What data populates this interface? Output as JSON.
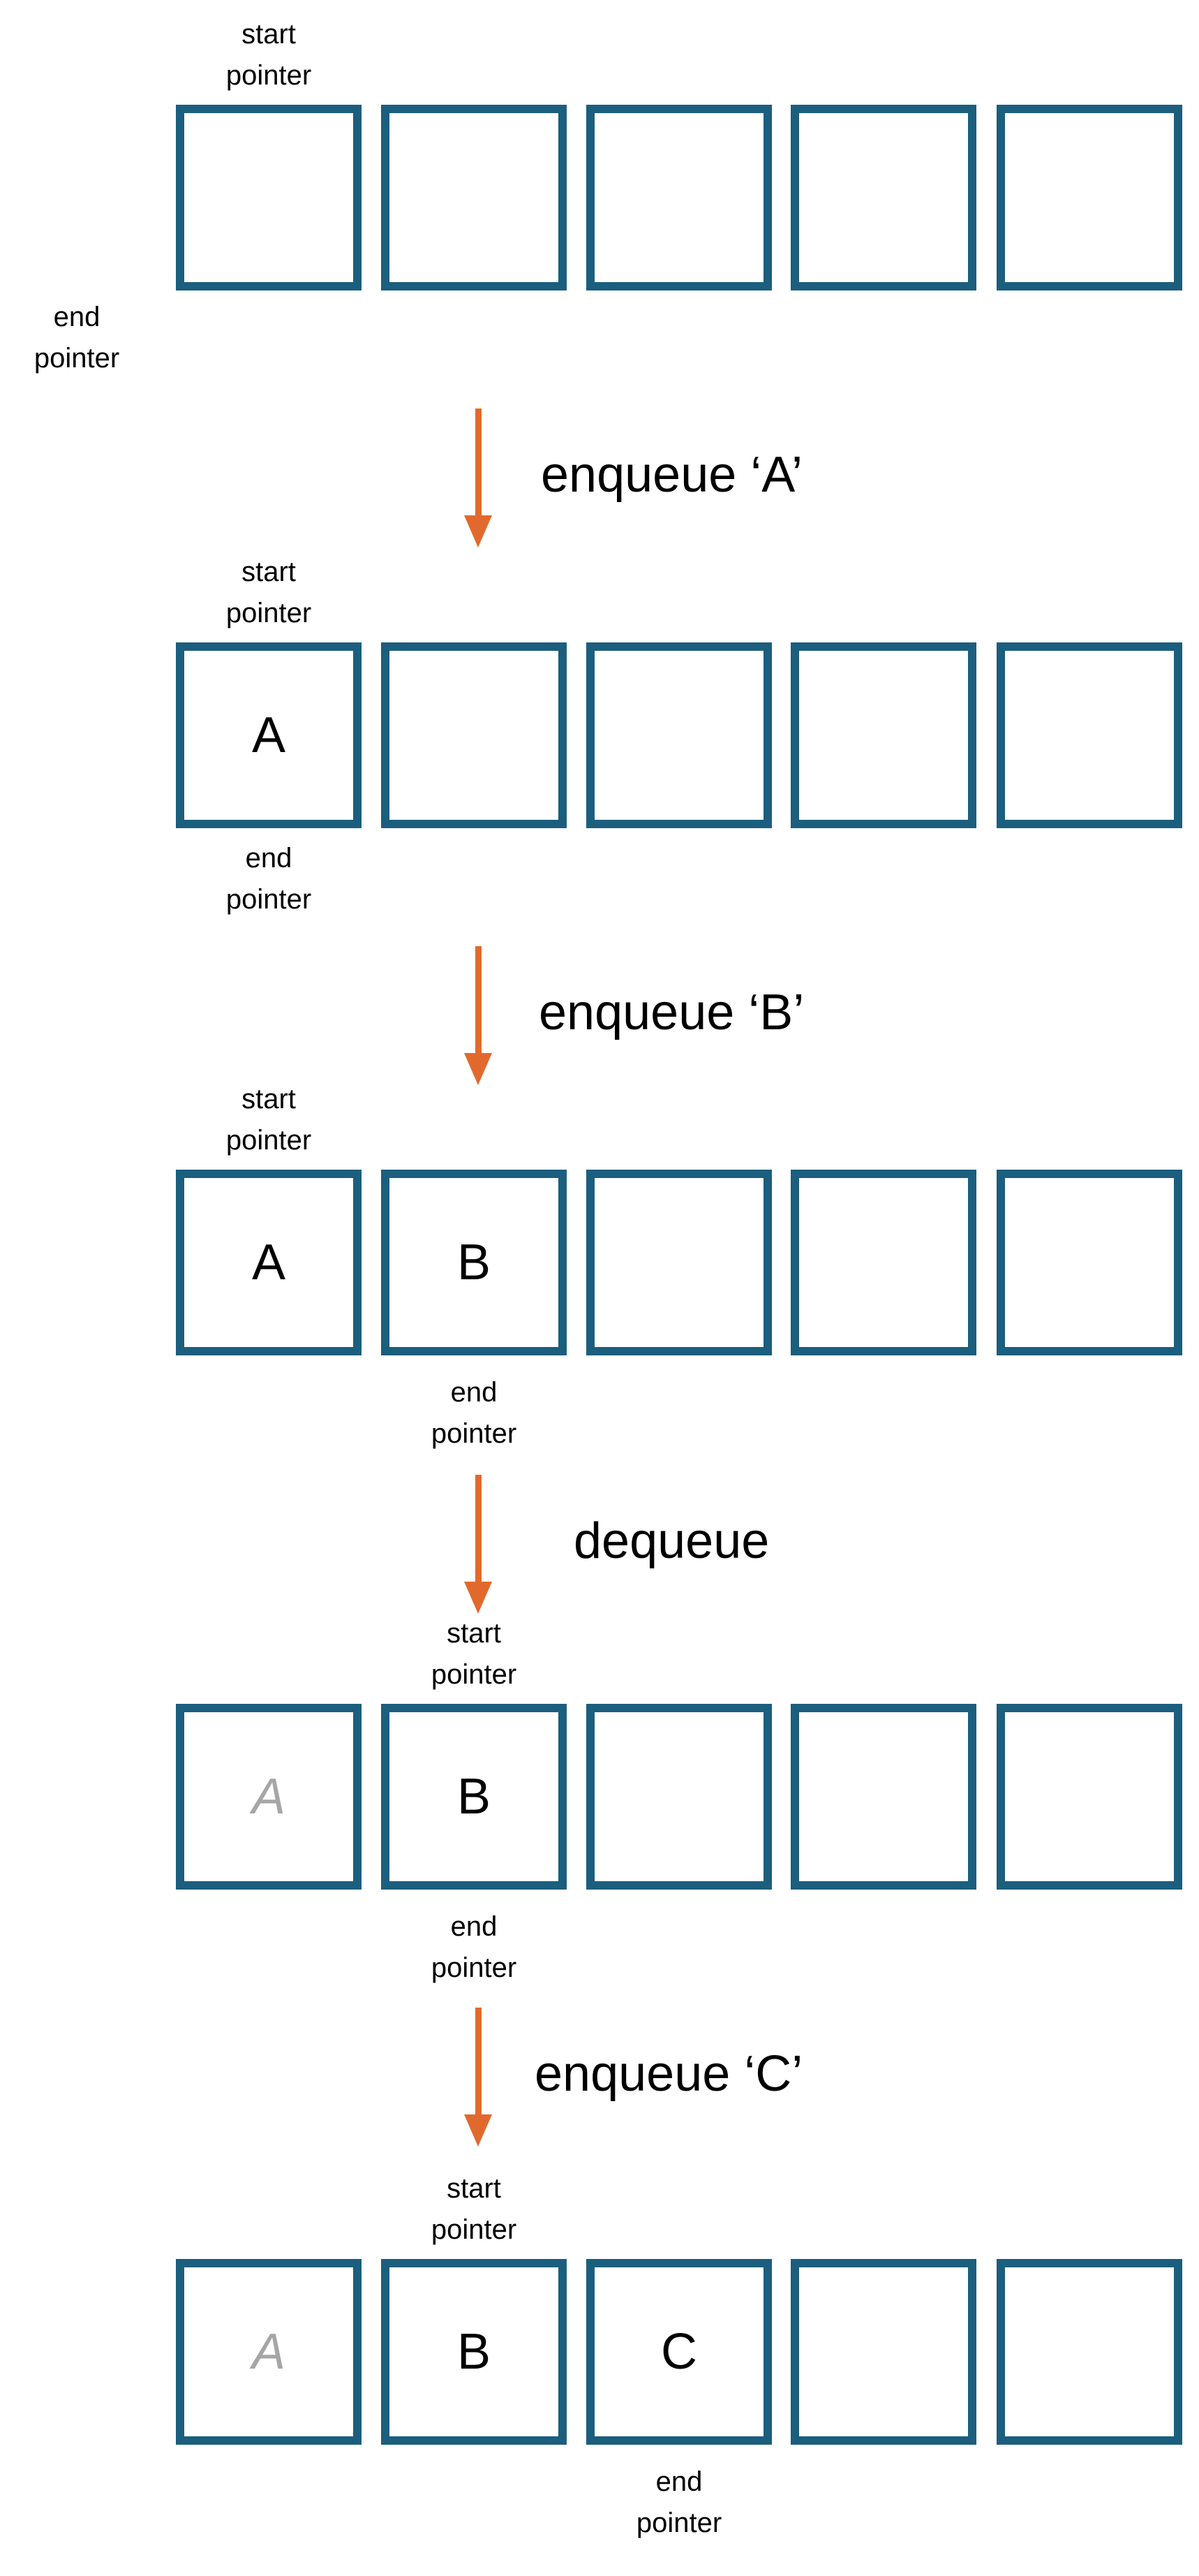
{
  "pointer_labels": {
    "start": [
      "start",
      "pointer"
    ],
    "end": [
      "end",
      "pointer"
    ]
  },
  "colors": {
    "cell_border": "#1b5e7e",
    "arrow": "#e2692d",
    "stale_text": "#a6a6a6"
  },
  "operations": [
    "enqueue ‘A’",
    "enqueue ‘B’",
    "dequeue",
    "enqueue ‘C’"
  ],
  "states": [
    {
      "cells": [
        "",
        "",
        "",
        "",
        ""
      ],
      "stale": [
        false,
        false,
        false,
        false,
        false
      ],
      "start": 0,
      "end": -1
    },
    {
      "cells": [
        "A",
        "",
        "",
        "",
        ""
      ],
      "stale": [
        false,
        false,
        false,
        false,
        false
      ],
      "start": 0,
      "end": 0
    },
    {
      "cells": [
        "A",
        "B",
        "",
        "",
        ""
      ],
      "stale": [
        false,
        false,
        false,
        false,
        false
      ],
      "start": 0,
      "end": 1
    },
    {
      "cells": [
        "A",
        "B",
        "",
        "",
        ""
      ],
      "stale": [
        true,
        false,
        false,
        false,
        false
      ],
      "start": 1,
      "end": 1
    },
    {
      "cells": [
        "A",
        "B",
        "C",
        "",
        ""
      ],
      "stale": [
        true,
        false,
        false,
        false,
        false
      ],
      "start": 1,
      "end": 2
    }
  ]
}
